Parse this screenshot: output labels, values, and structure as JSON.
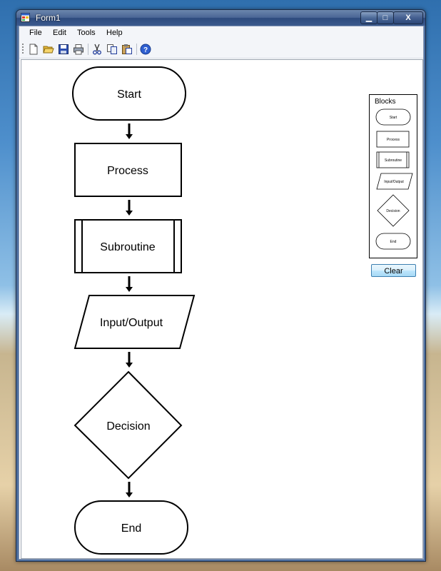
{
  "window": {
    "title": "Form1",
    "minimize_glyph": "▁",
    "maximize_glyph": "□",
    "close_glyph": "X"
  },
  "menu": {
    "file": "File",
    "edit": "Edit",
    "tools": "Tools",
    "help": "Help"
  },
  "toolbar": {
    "icons": [
      "new-file-icon",
      "open-folder-icon",
      "save-icon",
      "print-icon",
      "cut-icon",
      "copy-icon",
      "paste-icon",
      "help-icon"
    ]
  },
  "flowchart": {
    "start": "Start",
    "process": "Process",
    "subroutine": "Subroutine",
    "io": "Input/Output",
    "decision": "Decision",
    "end": "End"
  },
  "blocks": {
    "title": "Blocks",
    "start": "Start",
    "process": "Process",
    "subroutine": "Subroutine",
    "io": "Input/Output",
    "decision": "Decision",
    "end": "End"
  },
  "clear_label": "Clear"
}
